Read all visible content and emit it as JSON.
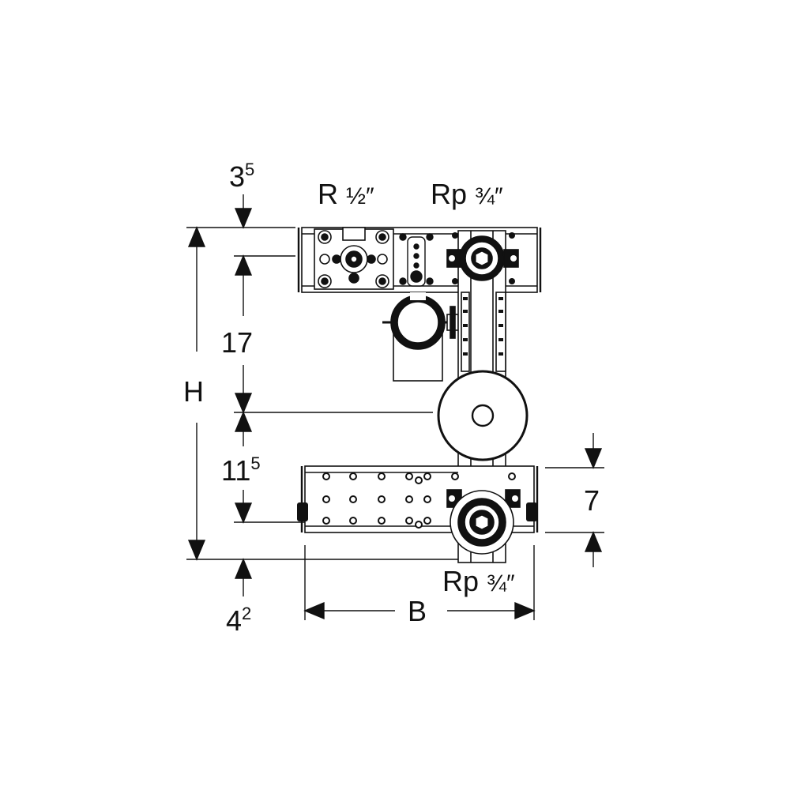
{
  "labels": {
    "top_offset": {
      "base": "3",
      "sup": "5"
    },
    "connection_top_left": {
      "main": "R",
      "frac": "½″"
    },
    "connection_top_right": {
      "main": "Rp",
      "frac": "¾″"
    },
    "dim_upper": "17",
    "height": "H",
    "dim_lower": {
      "base": "11",
      "sup": "5"
    },
    "bottom_offset": {
      "base": "4",
      "sup": "2"
    },
    "width": "B",
    "connection_bottom": {
      "main": "Rp",
      "frac": "¾″"
    },
    "dim_right": "7"
  },
  "colors": {
    "line": "#111111",
    "fill": "#ffffff",
    "hatch": "#8a8a8a"
  }
}
